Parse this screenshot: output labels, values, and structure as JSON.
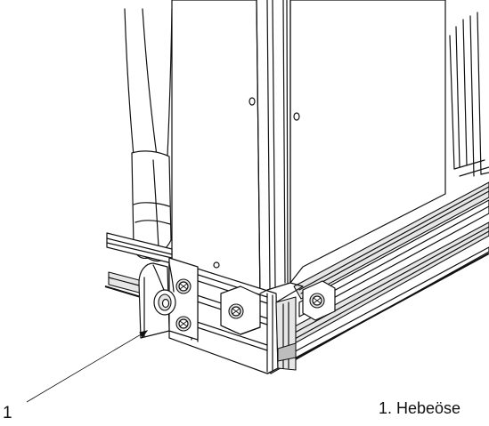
{
  "figure": {
    "callout_number": "1",
    "legend_text": "1. Hebeöse"
  },
  "icons": {
    "drawing": "lifting-lug-technical-drawing"
  }
}
